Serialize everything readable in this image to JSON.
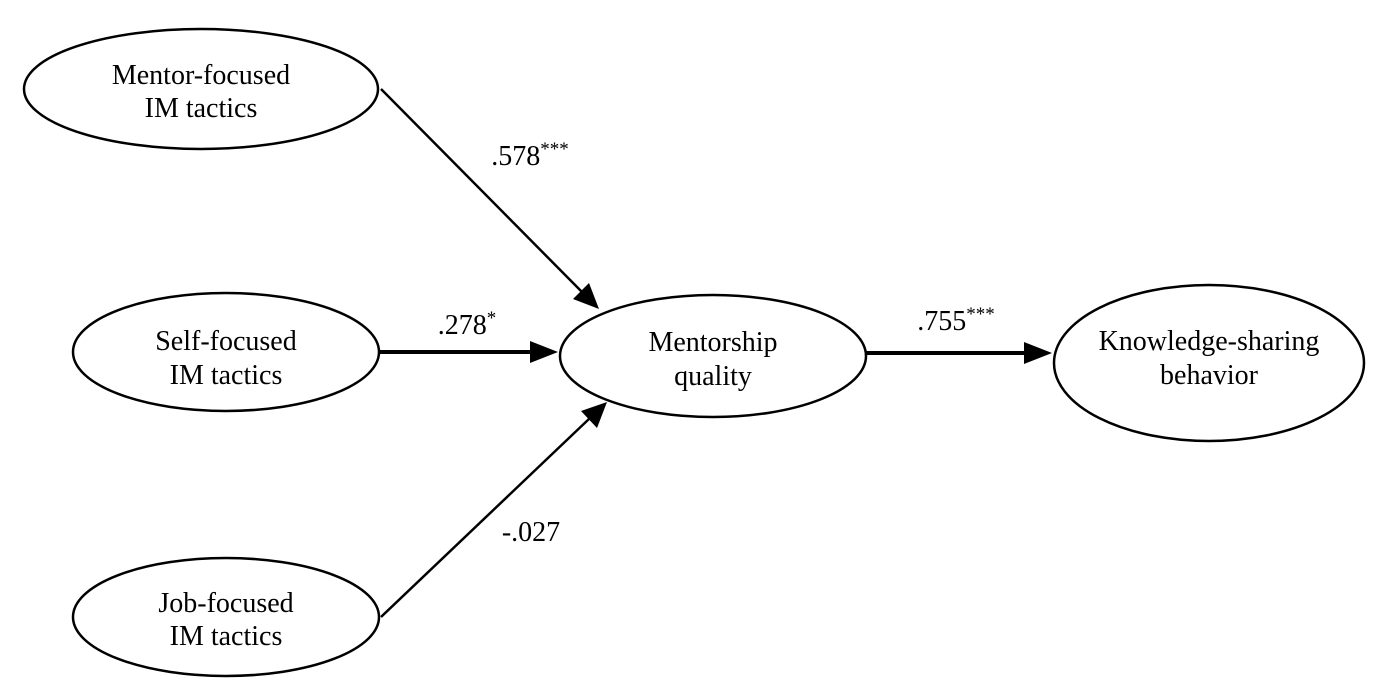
{
  "nodes": {
    "mentor_focused": {
      "lines": [
        "Mentor-focused",
        "IM tactics"
      ]
    },
    "self_focused": {
      "lines": [
        "Self-focused",
        "IM tactics"
      ]
    },
    "job_focused": {
      "lines": [
        "Job-focused",
        "IM tactics"
      ]
    },
    "mentorship_quality": {
      "lines": [
        "Mentorship",
        "quality"
      ]
    },
    "knowledge_sharing": {
      "lines": [
        "Knowledge-sharing",
        "behavior"
      ]
    }
  },
  "paths": {
    "mentor_to_quality": {
      "coefficient": ".578",
      "significance": "***"
    },
    "self_to_quality": {
      "coefficient": ".278",
      "significance": "*"
    },
    "job_to_quality": {
      "coefficient": "-.027",
      "significance": ""
    },
    "quality_to_knowledge": {
      "coefficient": ".755",
      "significance": "***"
    }
  },
  "colors": {
    "stroke": "#000000",
    "background": "#ffffff"
  }
}
